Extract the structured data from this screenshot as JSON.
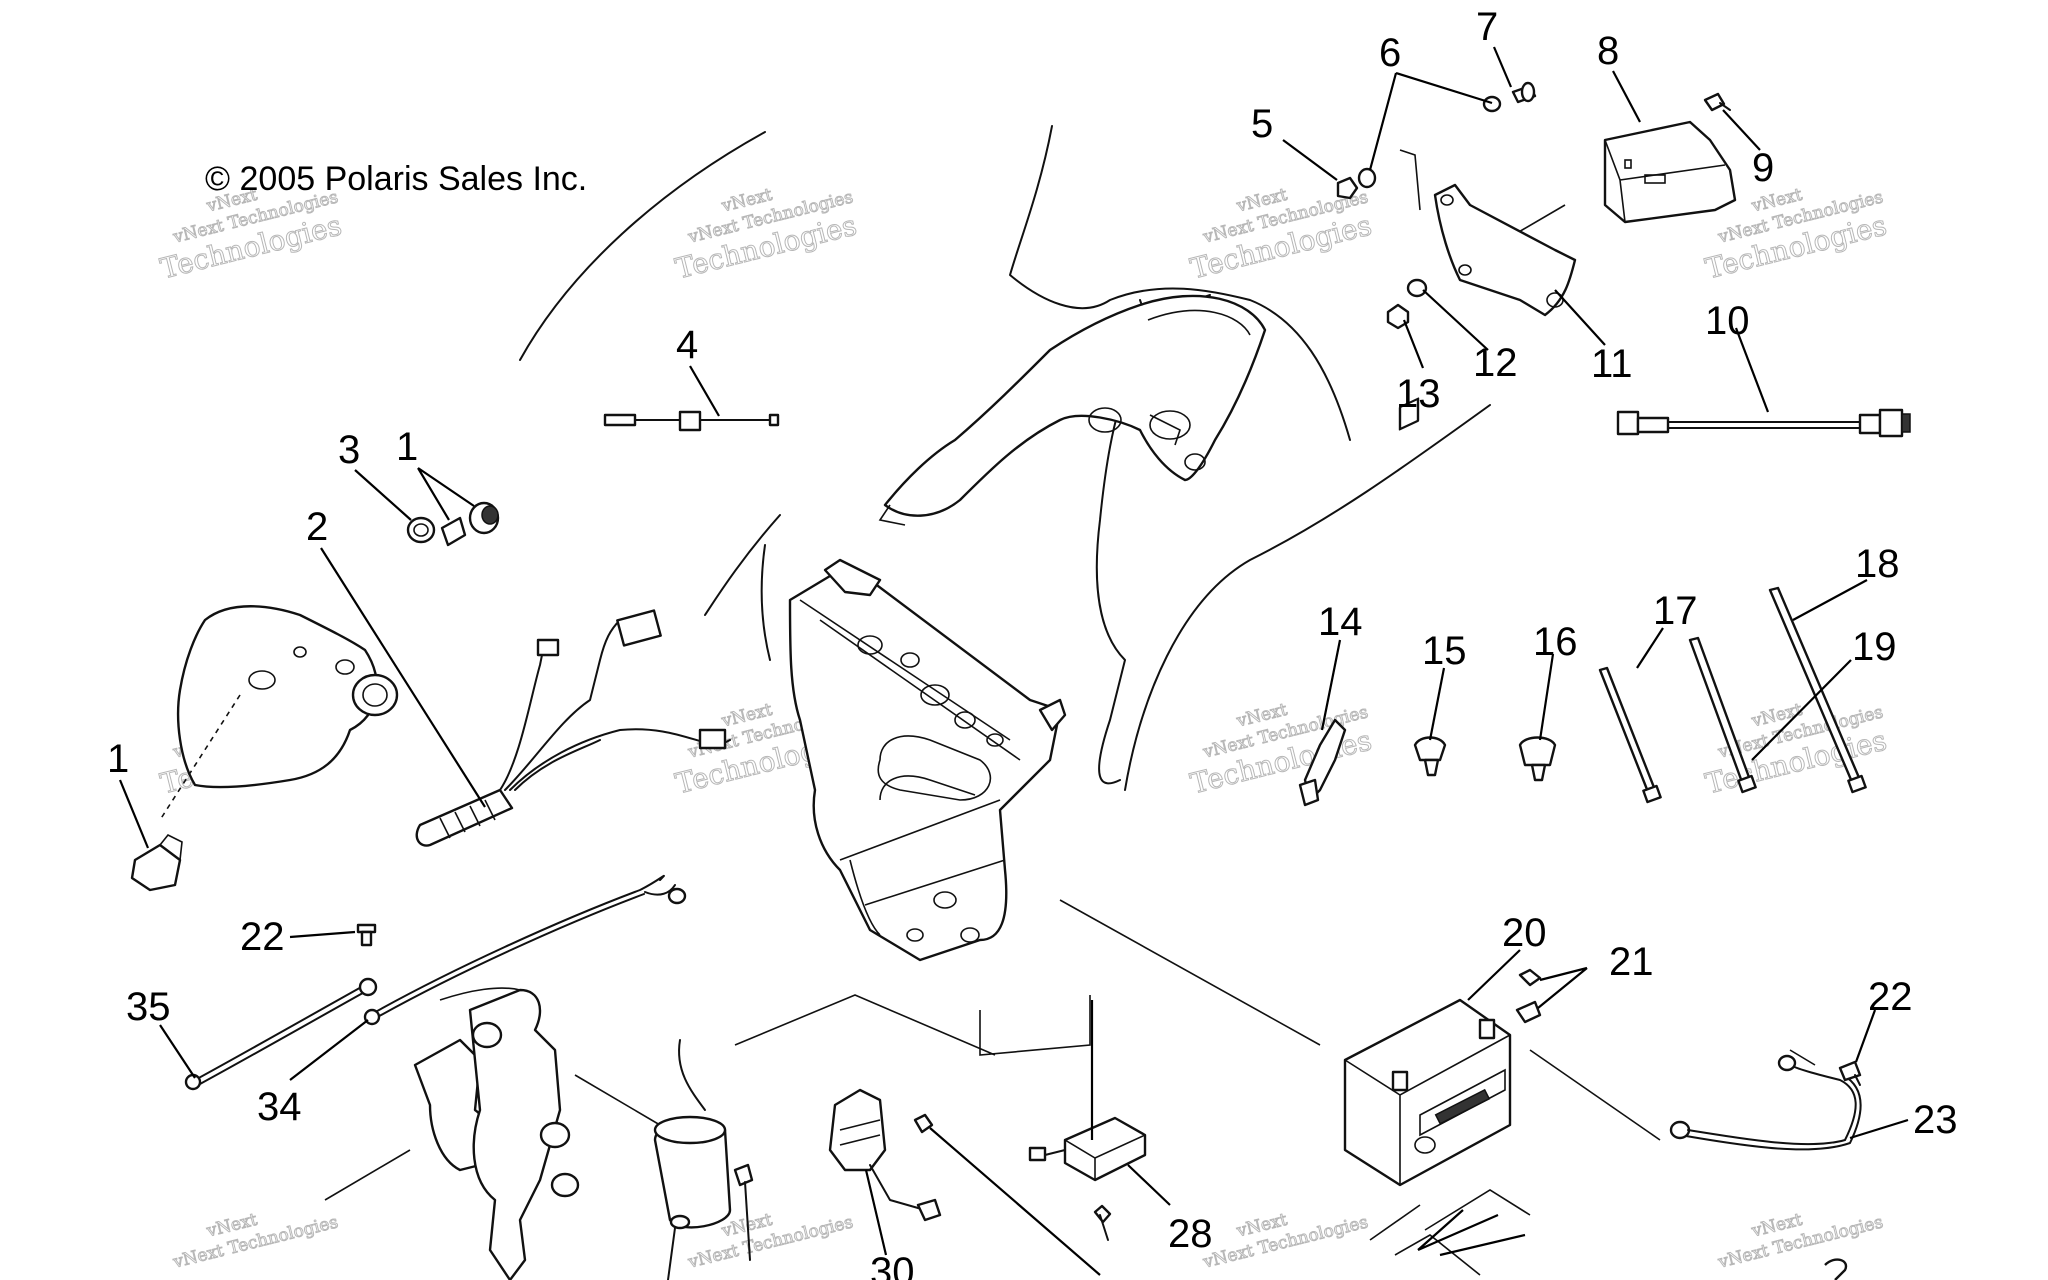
{
  "copyright": "© 2005 Polaris Sales Inc.",
  "watermark": {
    "line1": "vNext",
    "line2": "vNext Technologies",
    "line3": "Technologies"
  },
  "callouts": [
    {
      "id": "c1a",
      "label": "1"
    },
    {
      "id": "c1b",
      "label": "1"
    },
    {
      "id": "c2",
      "label": "2"
    },
    {
      "id": "c3",
      "label": "3"
    },
    {
      "id": "c4",
      "label": "4"
    },
    {
      "id": "c5",
      "label": "5"
    },
    {
      "id": "c6",
      "label": "6"
    },
    {
      "id": "c7",
      "label": "7"
    },
    {
      "id": "c8",
      "label": "8"
    },
    {
      "id": "c9",
      "label": "9"
    },
    {
      "id": "c10",
      "label": "10"
    },
    {
      "id": "c11",
      "label": "11"
    },
    {
      "id": "c12",
      "label": "12"
    },
    {
      "id": "c13",
      "label": "13"
    },
    {
      "id": "c14",
      "label": "14"
    },
    {
      "id": "c15",
      "label": "15"
    },
    {
      "id": "c16",
      "label": "16"
    },
    {
      "id": "c17",
      "label": "17"
    },
    {
      "id": "c18",
      "label": "18"
    },
    {
      "id": "c19",
      "label": "19"
    },
    {
      "id": "c20",
      "label": "20"
    },
    {
      "id": "c21",
      "label": "21"
    },
    {
      "id": "c22a",
      "label": "22"
    },
    {
      "id": "c22b",
      "label": "22"
    },
    {
      "id": "c23",
      "label": "23"
    },
    {
      "id": "c28",
      "label": "28"
    },
    {
      "id": "c30",
      "label": "30"
    },
    {
      "id": "c34",
      "label": "34"
    },
    {
      "id": "c35",
      "label": "35"
    }
  ]
}
